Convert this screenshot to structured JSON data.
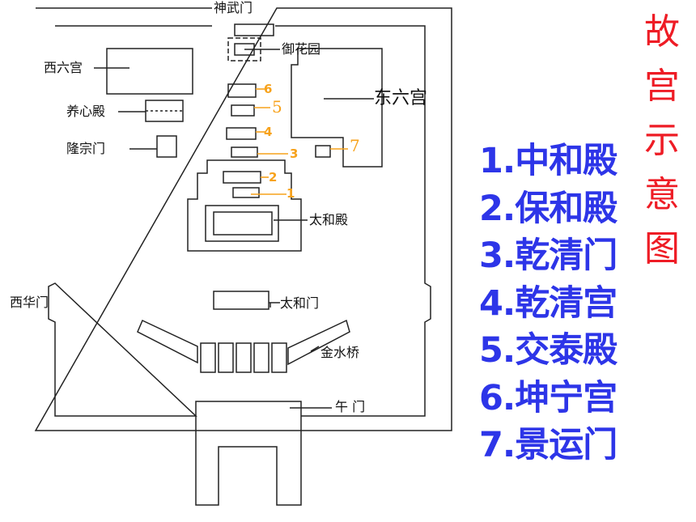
{
  "title_chars": [
    "故",
    "宫",
    "示",
    "意",
    "图"
  ],
  "labels": {
    "shenwumen": "神武门",
    "yuhuayuan": "御花园",
    "xiliugong": "西六宫",
    "dongliugong": "东六宫",
    "yangxindian": "养心殿",
    "longzongmen": "隆宗门",
    "taihedian": "太和殿",
    "xihuamen": "西华门",
    "taihemen": "太和门",
    "jinshuiqiao": "金水桥",
    "wumen": "午 门"
  },
  "markers": {
    "m1": "1",
    "m2": "2",
    "m3": "3",
    "m4": "4",
    "m5": "5",
    "m6": "6",
    "m7": "7"
  },
  "legend": [
    "1.中和殿",
    "2.保和殿",
    "3.乾清门",
    "4.乾清宫",
    "5.交泰殿",
    "6.坤宁宫",
    "7.景运门"
  ],
  "colors": {
    "title": "#ee1c25",
    "legend": "#2d35e8",
    "markers": "#f7a21b",
    "lines": "#111111"
  }
}
